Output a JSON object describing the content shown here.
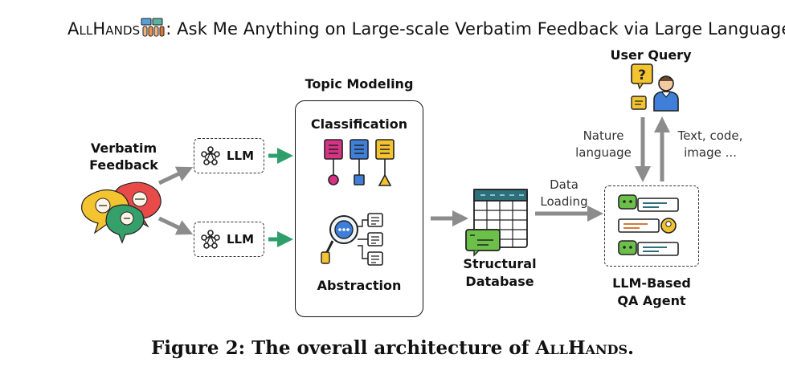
{
  "header": {
    "product_name": "AllHands",
    "rest": ": Ask Me Anything on Large-scale Verbatim Feedback via Large Language"
  },
  "nodes": {
    "verbatim_feedback": [
      "Verbatim",
      "Feedback"
    ],
    "llm_top": "LLM",
    "llm_bottom": "LLM",
    "topic_modeling": "Topic Modeling",
    "classification": "Classification",
    "abstraction": "Abstraction",
    "structural_database": [
      "Structural",
      "Database"
    ],
    "data_loading": [
      "Data",
      "Loading"
    ],
    "qa_agent": [
      "LLM-Based",
      "QA Agent"
    ],
    "user_query": "User Query",
    "nature_language": [
      "Nature",
      "language"
    ],
    "text_code_image": [
      "Text, code,",
      "image ..."
    ]
  },
  "caption": {
    "prefix": "Figure 2: The overall architecture of ",
    "name": "AllHands",
    "suffix": "."
  },
  "colors": {
    "arrow_grey": "#8c8c8c",
    "arrow_green": "#2e9e6a",
    "pink": "#d63384",
    "blue": "#3f7fd9",
    "yellow": "#f4c430",
    "db_teal": "#2f6f7a",
    "db_green": "#6cc04a"
  }
}
